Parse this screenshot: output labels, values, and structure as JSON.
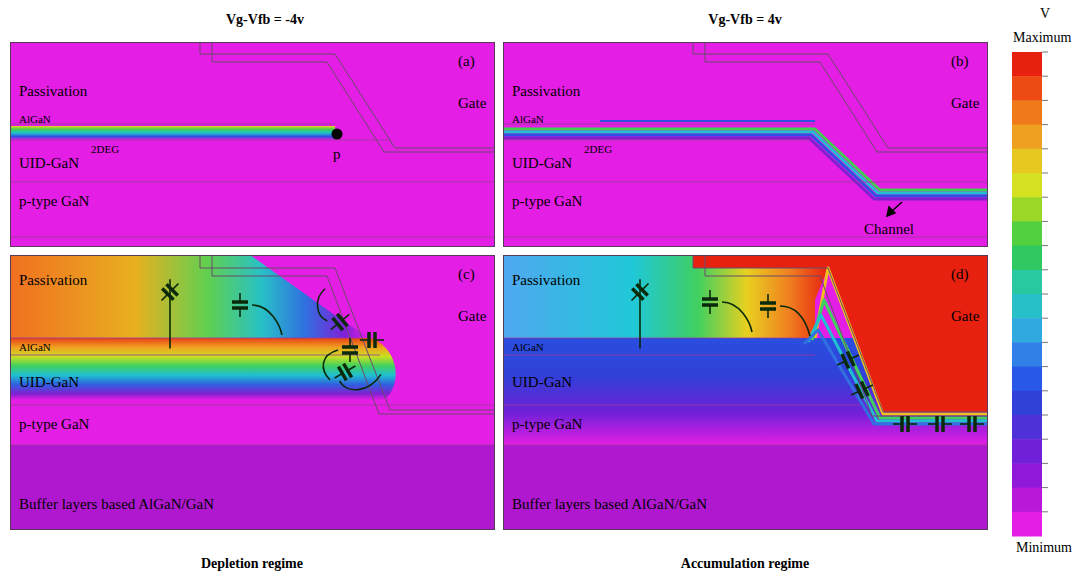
{
  "diagram": {
    "nodes": [
      {
        "text": [
          "Passivation",
          "(a)",
          "Gate",
          "AlGaN",
          "2DEG",
          "UID-GaN",
          "p",
          "p-type GaN"
        ]
      },
      {
        "text": [
          "Passivation",
          "(b)",
          "Gate",
          "AlGaN",
          "2DEG",
          "UID-GaN",
          "Channel",
          "p-type GaN"
        ]
      },
      {
        "text": [
          "Passivation",
          "(c)",
          "Gate",
          "AlGaN",
          "UID-GaN",
          "p-type GaN",
          "Buffer layers based AlGaN/GaN"
        ]
      },
      {
        "text": [
          "Passivation",
          "(d)",
          "Gate",
          "AlGaN",
          "UID-GaN",
          "p-type GaN",
          "Buffer layers based AlGaN/GaN"
        ]
      }
    ],
    "labels": [
      "Vg-Vfb = -4v",
      "Vg-Vfb = 4v",
      "V",
      "Maximum",
      "Minimum",
      "Depletion regime",
      "Accumulation regime"
    ]
  }
}
